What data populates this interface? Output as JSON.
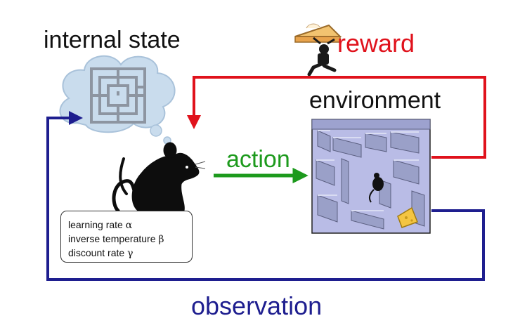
{
  "labels": {
    "internal_state": "internal state",
    "reward": "reward",
    "environment": "environment",
    "action": "action",
    "observation": "observation"
  },
  "parameters": [
    {
      "name": "learning rate",
      "symbol": "α"
    },
    {
      "name": "inverse temperature",
      "symbol": "β"
    },
    {
      "name": "discount rate",
      "symbol": "γ"
    }
  ],
  "colors": {
    "reward": "#e0121c",
    "action": "#1d9a1d",
    "observation": "#1e1e8f",
    "cloud": "#c9dced",
    "maze_floor": "#b9bce6"
  },
  "icons": {
    "thought_cloud": "thought-cloud-with-maze",
    "agent": "rat-silhouette",
    "environment": "maze-with-rat-and-cheese",
    "reward": "person-carrying-pie"
  }
}
